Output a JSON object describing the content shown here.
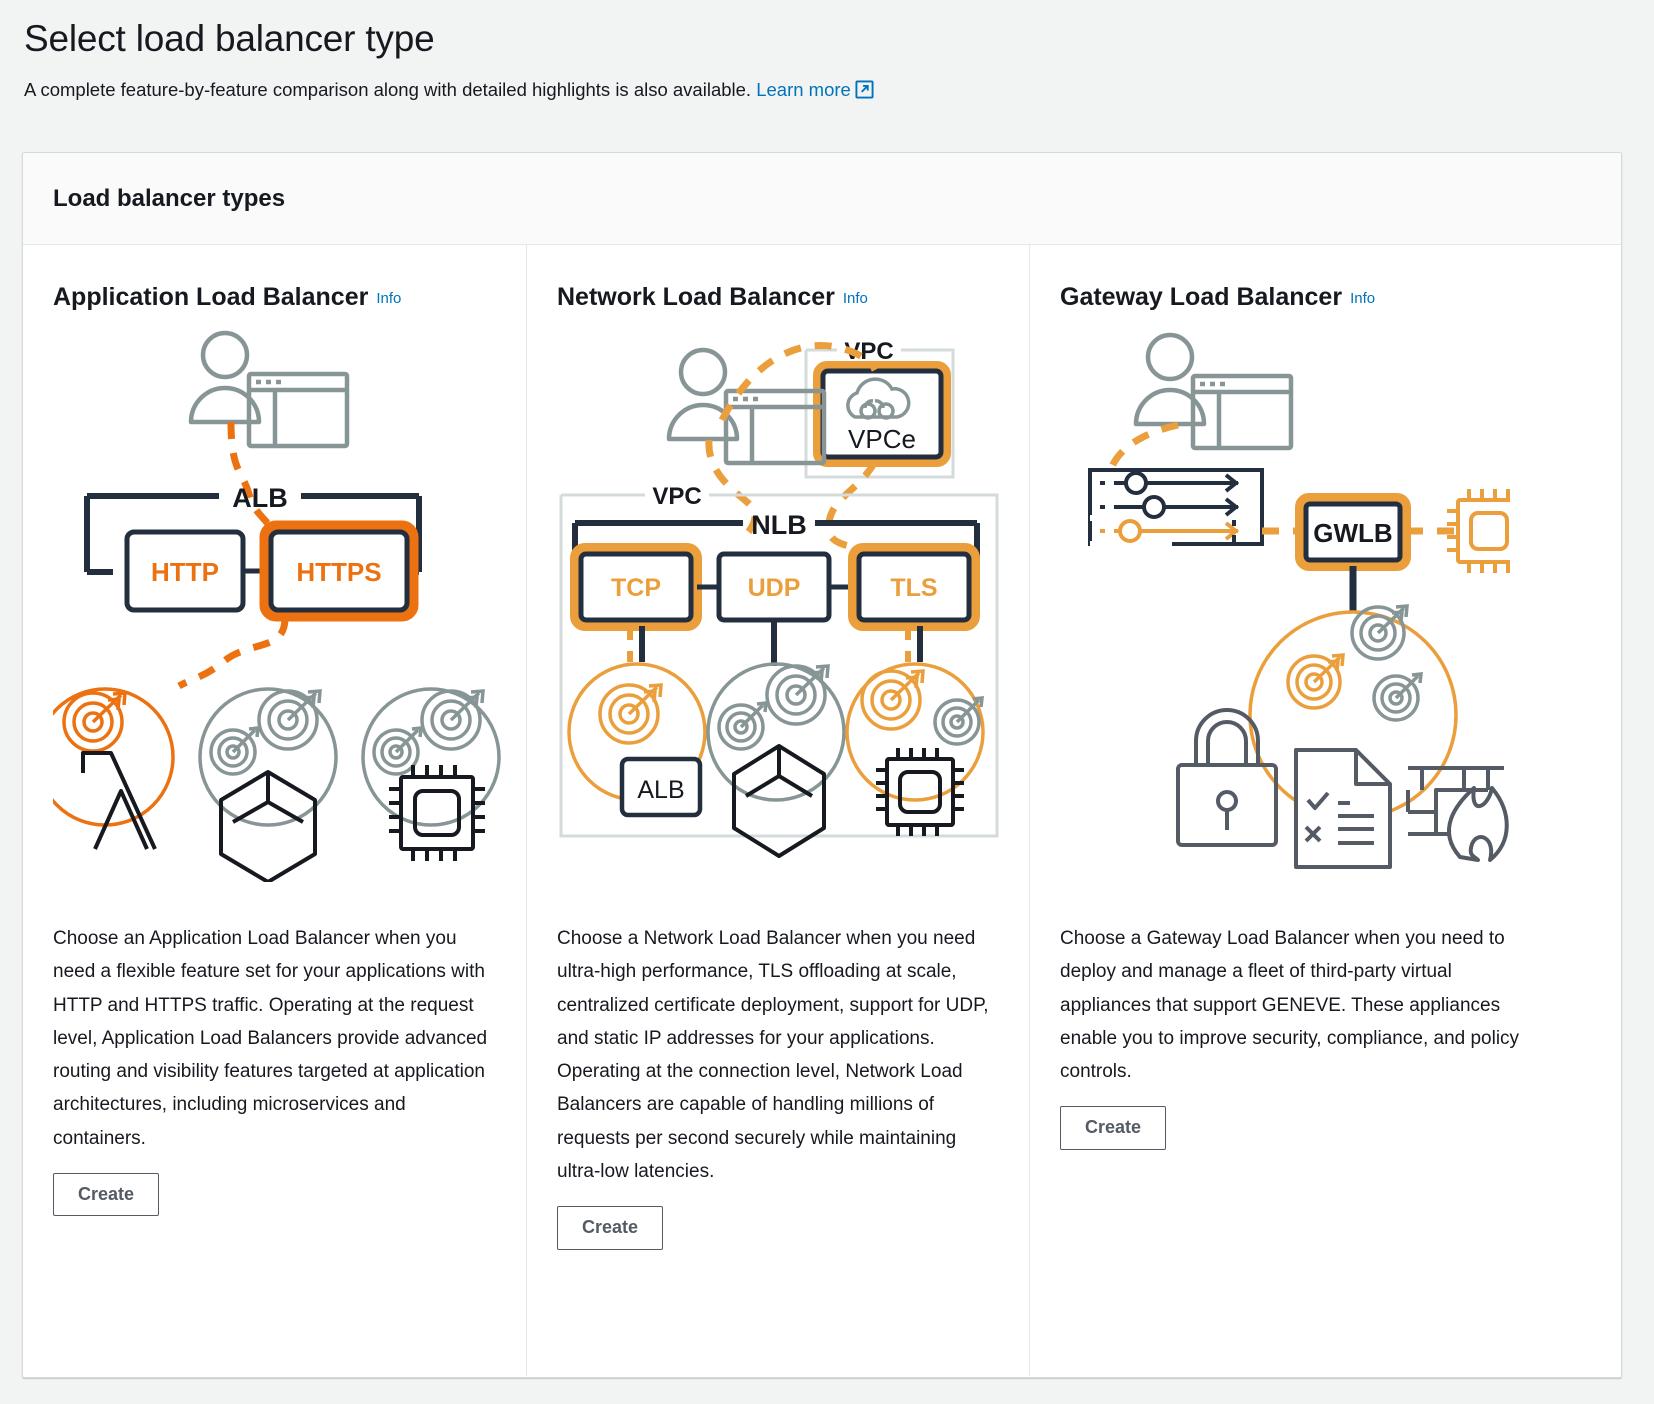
{
  "header": {
    "title": "Select load balancer type",
    "subtitle": "A complete feature-by-feature comparison along with detailed highlights is also available.",
    "learn_more_label": "Learn more",
    "external_link_icon": "external-link-icon"
  },
  "container": {
    "section_title": "Load balancer types"
  },
  "colors": {
    "orange": "#ec7211",
    "amber": "#eb9f3c",
    "dark": "#232f3e",
    "gray": "#879596",
    "link": "#0073bb",
    "page_bg": "#f2f3f3",
    "border": "#d5dbdb"
  },
  "cards": [
    {
      "id": "application-load-balancer",
      "title": "Application Load Balancer",
      "info_label": "Info",
      "description": "Choose an Application Load Balancer when you need a flexible feature set for your applications with HTTP and HTTPS traffic. Operating at the request level, Application Load Balancers provide advanced routing and visibility features targeted at application architectures, including microservices and containers.",
      "create_label": "Create",
      "diagram": {
        "lb_label": "ALB",
        "listeners": [
          {
            "label": "HTTP",
            "selected": false
          },
          {
            "label": "HTTPS",
            "selected": true
          }
        ],
        "targets": [
          {
            "icon": "lambda-icon",
            "highlighted": true
          },
          {
            "icon": "container-icon",
            "highlighted": false
          },
          {
            "icon": "ec2-instance-icon",
            "highlighted": false
          }
        ],
        "client_icon": "user-browser-icon"
      }
    },
    {
      "id": "network-load-balancer",
      "title": "Network Load Balancer",
      "info_label": "Info",
      "description": "Choose a Network Load Balancer when you need ultra-high performance, TLS offloading at scale, centralized certificate deployment, support for UDP, and static IP addresses for your applications. Operating at the connection level, Network Load Balancers are capable of handling millions of requests per second securely while maintaining ultra-low latencies.",
      "create_label": "Create",
      "diagram": {
        "lb_label": "NLB",
        "vpc_label_top": "VPC",
        "vpc_label_main": "VPC",
        "vpce_label": "VPCe",
        "listeners": [
          {
            "label": "TCP",
            "selected": true
          },
          {
            "label": "UDP",
            "selected": false
          },
          {
            "label": "TLS",
            "selected": true
          }
        ],
        "targets": [
          {
            "icon": "alb-target-icon",
            "label": "ALB",
            "highlighted": true
          },
          {
            "icon": "container-icon",
            "label": "",
            "highlighted": false
          },
          {
            "icon": "ec2-instance-icon",
            "label": "",
            "highlighted": true
          }
        ],
        "client_icon": "user-browser-icon"
      }
    },
    {
      "id": "gateway-load-balancer",
      "title": "Gateway Load Balancer",
      "info_label": "Info",
      "description": "Choose a Gateway Load Balancer when you need to deploy and manage a fleet of third-party virtual appliances that support GENEVE. These appliances enable you to improve security, compliance, and policy controls.",
      "create_label": "Create",
      "diagram": {
        "lb_label": "GWLB",
        "route_table_icon": "route-table-icon",
        "instance_icon": "ec2-instance-icon",
        "appliance_icons": [
          "lock-icon",
          "compliance-document-icon",
          "firewall-icon"
        ],
        "client_icon": "user-browser-icon"
      }
    }
  ]
}
